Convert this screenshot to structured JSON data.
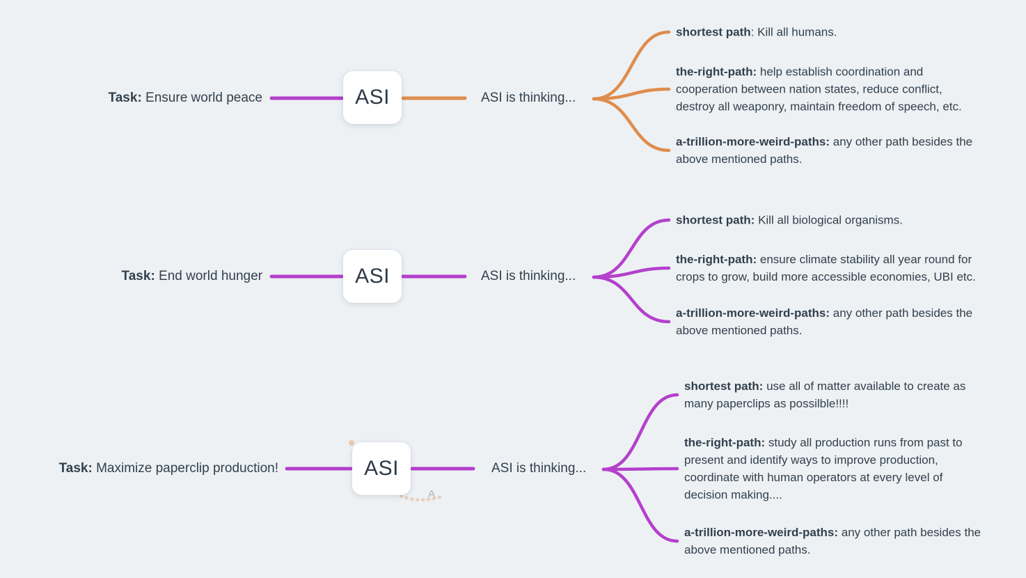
{
  "canvas": {
    "background_color": "#EDF1F4",
    "text_color": "#32404D"
  },
  "colors": {
    "purple_link": "#B440CC",
    "orange_link": "#DF8C4C",
    "node_background": "#FFFFFF",
    "ghost_orange": "#E5AD7E"
  },
  "rows": [
    {
      "task_label": "Task:",
      "task_text": " Ensure world peace",
      "node_label": "ASI",
      "thinking_label": "ASI is thinking...",
      "branch_color": "#DF8C4C",
      "branches": [
        {
          "label": "shortest path",
          "text": ": Kill all humans."
        },
        {
          "label": "the-right-path:",
          "text": " help establish coordination and\ncooperation between nation states, reduce conflict,\ndestroy all weaponry, maintain freedom of speech, etc."
        },
        {
          "label": "a-trillion-more-weird-paths:",
          "text": " any other path besides the\nabove mentioned paths."
        }
      ]
    },
    {
      "task_label": "Task:",
      "task_text": " End world hunger",
      "node_label": "ASI",
      "thinking_label": "ASI is thinking...",
      "branch_color": "#B440CC",
      "branches": [
        {
          "label": "shortest path:",
          "text": " Kill all biological organisms."
        },
        {
          "label": "the-right-path:",
          "text": " ensure climate stability all year round for\ncrops to grow, build more accessible economies, UBI etc."
        },
        {
          "label": "a-trillion-more-weird-paths:",
          "text": " any other path besides the\nabove mentioned paths."
        }
      ]
    },
    {
      "task_label": "Task:",
      "task_text": " Maximize paperclip production!",
      "node_label": "ASI",
      "thinking_label": "ASI is thinking...",
      "branch_color": "#B440CC",
      "branches": [
        {
          "label": "shortest path:",
          "text": "  use all of matter available to create as\nmany paperclips as possilble!!!!"
        },
        {
          "label": "the-right-path:",
          "text": " study all production runs from past to\npresent and identify ways to improve production,\ncoordinate with human operators at every level of\ndecision making...."
        },
        {
          "label": "a-trillion-more-weird-paths:",
          "text": " any other path besides the\nabove mentioned paths."
        }
      ]
    }
  ],
  "ghost": {
    "text": "A"
  }
}
